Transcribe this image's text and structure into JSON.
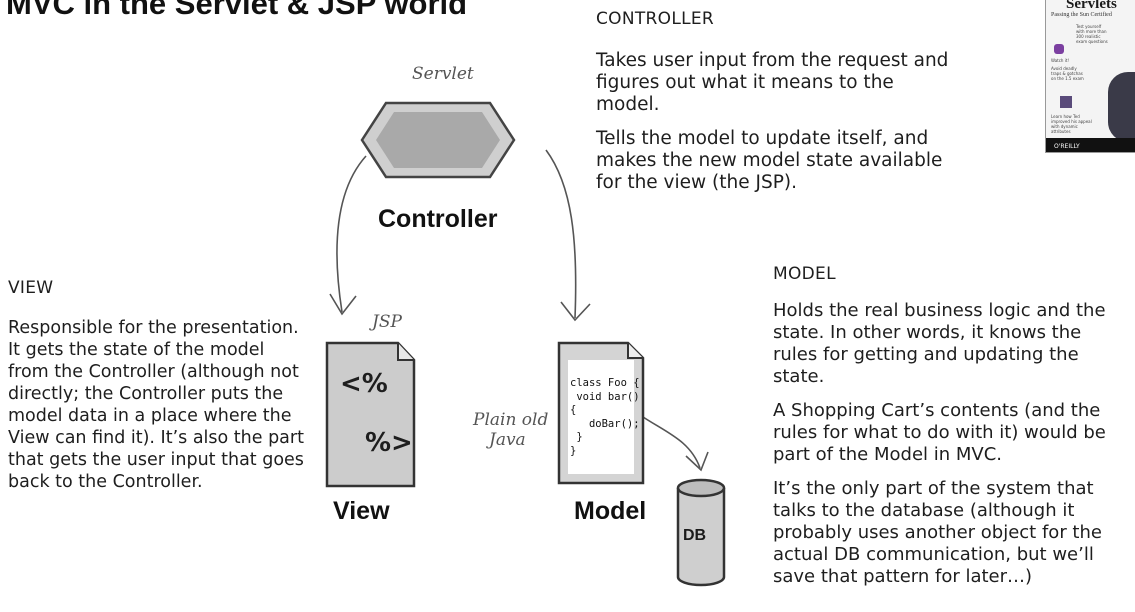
{
  "title": "MVC in the Servlet & JSP world",
  "controller": {
    "heading": "CONTROLLER",
    "paragraphs": [
      "Takes user input from the request and figures out what it means to the model.",
      "Tells the model to update itself, and makes the new model state available for the view (the JSP)."
    ],
    "tech_label": "Servlet",
    "node_label": "Controller"
  },
  "view": {
    "heading": "VIEW",
    "paragraph": "Responsible for the presentation. It gets the state of the model from the Controller (although not directly; the Controller puts the model data in a place where the View can find it). It’s also the part that gets the user input that goes back to the Controller.",
    "tech_label": "JSP",
    "node_label": "View",
    "doc_symbols": [
      "<%",
      "%>"
    ]
  },
  "model": {
    "heading": "MODEL",
    "paragraphs": [
      "Holds the real business logic and the state. In other words, it knows the rules for getting and updating the state.",
      "A Shopping Cart’s contents (and the rules for what to do with it) would be part of the Model in MVC.",
      "It’s the only part of the system that talks to the database (although it probably uses another object for the actual DB communication, but we’ll save that pattern for later…)"
    ],
    "tech_label_line1": "Plain old",
    "tech_label_line2": "Java",
    "node_label": "Model",
    "code": "class Foo {\n void bar()\n{\n   doBar();\n }\n}"
  },
  "db": {
    "label": "DB"
  },
  "book_cover": {
    "title": "Servlets",
    "subtitle": "Passing the Sun Certified",
    "blurb1": "Test yourself with more than 300 realistic exam questions",
    "blurb2": "Watch it!",
    "blurb3": "Avoid deadly traps & gotchas on the 1.5 exam",
    "blurb4": "Learn how Ted improved his appeal with dynamic attributes",
    "publisher": "O'REILLY"
  }
}
